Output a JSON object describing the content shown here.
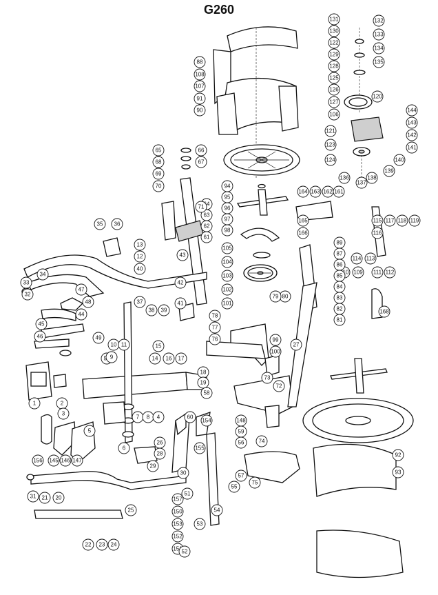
{
  "title": "G260",
  "callouts": [
    {
      "n": "131"
    },
    {
      "n": "130"
    },
    {
      "n": "122"
    },
    {
      "n": "129"
    },
    {
      "n": "128"
    },
    {
      "n": "125"
    },
    {
      "n": "132"
    },
    {
      "n": "133"
    },
    {
      "n": "134"
    },
    {
      "n": "135"
    },
    {
      "n": "126"
    },
    {
      "n": "127"
    },
    {
      "n": "106"
    },
    {
      "n": "144"
    },
    {
      "n": "143"
    },
    {
      "n": "142"
    },
    {
      "n": "141"
    },
    {
      "n": "140"
    },
    {
      "n": "139"
    },
    {
      "n": "138"
    },
    {
      "n": "137"
    },
    {
      "n": "136"
    },
    {
      "n": "120"
    },
    {
      "n": "121"
    },
    {
      "n": "123"
    },
    {
      "n": "124"
    },
    {
      "n": "88"
    },
    {
      "n": "108"
    },
    {
      "n": "107"
    },
    {
      "n": "91"
    },
    {
      "n": "90"
    },
    {
      "n": "65"
    },
    {
      "n": "68"
    },
    {
      "n": "69"
    },
    {
      "n": "70"
    },
    {
      "n": "66"
    },
    {
      "n": "67"
    },
    {
      "n": "94"
    },
    {
      "n": "95"
    },
    {
      "n": "96"
    },
    {
      "n": "97"
    },
    {
      "n": "98"
    },
    {
      "n": "64"
    },
    {
      "n": "63"
    },
    {
      "n": "62"
    },
    {
      "n": "61"
    },
    {
      "n": "164"
    },
    {
      "n": "163"
    },
    {
      "n": "162"
    },
    {
      "n": "161"
    },
    {
      "n": "165"
    },
    {
      "n": "166"
    },
    {
      "n": "115"
    },
    {
      "n": "116"
    },
    {
      "n": "117"
    },
    {
      "n": "118"
    },
    {
      "n": "119"
    },
    {
      "n": "109"
    },
    {
      "n": "113"
    },
    {
      "n": "114"
    },
    {
      "n": "111"
    },
    {
      "n": "112"
    },
    {
      "n": "110"
    },
    {
      "n": "105"
    },
    {
      "n": "104"
    },
    {
      "n": "103"
    },
    {
      "n": "102"
    },
    {
      "n": "101"
    },
    {
      "n": "89"
    },
    {
      "n": "87"
    },
    {
      "n": "86"
    },
    {
      "n": "85"
    },
    {
      "n": "84"
    },
    {
      "n": "83"
    },
    {
      "n": "82"
    },
    {
      "n": "81"
    },
    {
      "n": "80"
    },
    {
      "n": "79"
    },
    {
      "n": "78"
    },
    {
      "n": "77"
    },
    {
      "n": "76"
    },
    {
      "n": "99"
    },
    {
      "n": "100"
    },
    {
      "n": "168"
    },
    {
      "n": "35"
    },
    {
      "n": "36"
    },
    {
      "n": "13"
    },
    {
      "n": "12"
    },
    {
      "n": "40"
    },
    {
      "n": "33"
    },
    {
      "n": "32"
    },
    {
      "n": "34"
    },
    {
      "n": "47"
    },
    {
      "n": "48"
    },
    {
      "n": "44"
    },
    {
      "n": "45"
    },
    {
      "n": "46"
    },
    {
      "n": "49"
    },
    {
      "n": "50"
    },
    {
      "n": "10"
    },
    {
      "n": "11"
    },
    {
      "n": "37"
    },
    {
      "n": "38"
    },
    {
      "n": "39"
    },
    {
      "n": "15"
    },
    {
      "n": "9"
    },
    {
      "n": "14"
    },
    {
      "n": "16"
    },
    {
      "n": "17"
    },
    {
      "n": "18"
    },
    {
      "n": "19"
    },
    {
      "n": "58"
    },
    {
      "n": "43"
    },
    {
      "n": "42"
    },
    {
      "n": "41"
    },
    {
      "n": "1"
    },
    {
      "n": "2"
    },
    {
      "n": "3"
    },
    {
      "n": "5"
    },
    {
      "n": "7"
    },
    {
      "n": "8"
    },
    {
      "n": "4"
    },
    {
      "n": "6"
    },
    {
      "n": "26"
    },
    {
      "n": "28"
    },
    {
      "n": "29"
    },
    {
      "n": "60"
    },
    {
      "n": "154"
    },
    {
      "n": "155"
    },
    {
      "n": "153"
    },
    {
      "n": "152"
    },
    {
      "n": "151"
    },
    {
      "n": "150"
    },
    {
      "n": "157"
    },
    {
      "n": "156"
    },
    {
      "n": "145"
    },
    {
      "n": "146"
    },
    {
      "n": "147"
    },
    {
      "n": "148"
    },
    {
      "n": "59"
    },
    {
      "n": "56"
    },
    {
      "n": "57"
    },
    {
      "n": "55"
    },
    {
      "n": "54"
    },
    {
      "n": "53"
    },
    {
      "n": "52"
    },
    {
      "n": "51"
    },
    {
      "n": "30"
    },
    {
      "n": "31"
    },
    {
      "n": "21"
    },
    {
      "n": "20"
    },
    {
      "n": "22"
    },
    {
      "n": "23"
    },
    {
      "n": "24"
    },
    {
      "n": "25"
    },
    {
      "n": "27"
    },
    {
      "n": "72"
    },
    {
      "n": "73"
    },
    {
      "n": "74"
    },
    {
      "n": "75"
    },
    {
      "n": "71"
    },
    {
      "n": "92"
    },
    {
      "n": "93"
    }
  ]
}
